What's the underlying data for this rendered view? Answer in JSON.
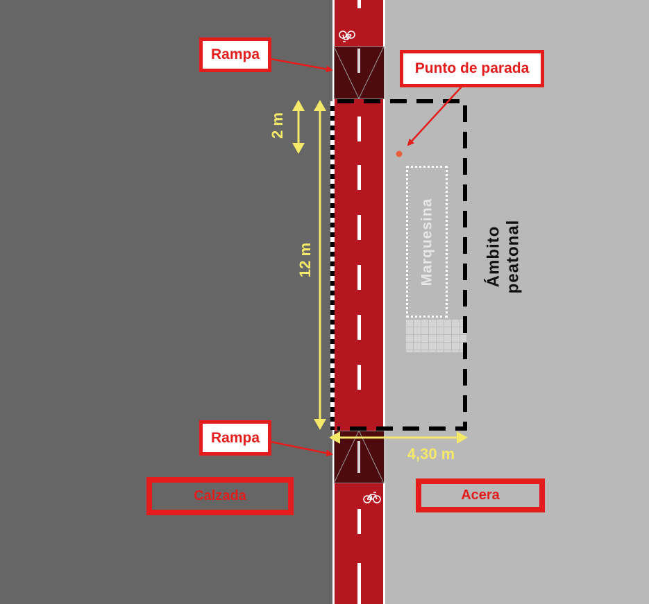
{
  "labels": {
    "rampa_top": "Rampa",
    "rampa_bottom": "Rampa",
    "punto_de_parada": "Punto de parada",
    "calzada": "Calzada",
    "acera": "Acera",
    "marquesina": "Marquesina",
    "ambito_line1": "Ámbito",
    "ambito_line2": "peatonal"
  },
  "dimensions": {
    "short_length": "2 m",
    "platform_length": "12 m",
    "platform_width": "4,30 m"
  },
  "icons": {
    "bicycle_top": "bicycle-icon",
    "bicycle_bottom": "bicycle-icon"
  },
  "colors": {
    "road": "#666666",
    "sidewalk": "#b9b9b9",
    "bike_lane": "#b4171f",
    "ramp": "#4e0b0e",
    "callout_red": "#e51c1c",
    "dimension_yellow": "#f5e96a",
    "stop_point": "#e8603a",
    "platform_outline": "#000000"
  }
}
